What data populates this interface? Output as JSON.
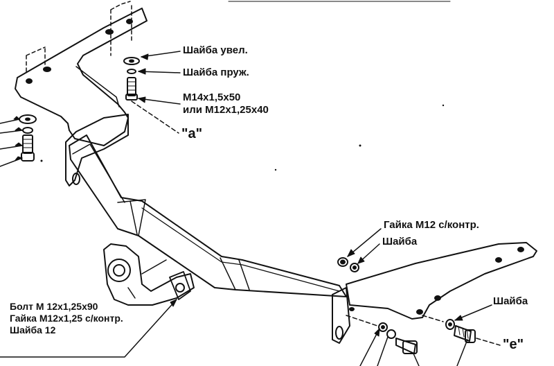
{
  "labels": {
    "washer_large": "Шайба увел.",
    "washer_spring": "Шайба пруж.",
    "bolt_main": "М14х1,5х50",
    "bolt_alt": "или М12х1,25х40",
    "marker_a": "\"а\"",
    "nut_m12": "Гайка М12 с/контр.",
    "washer_mid": "Шайба",
    "washer_right": "Шайба",
    "marker_e": "\"е\"",
    "kit_bolt": "Болт М 12х1,25х90",
    "kit_nut": "Гайка М12х1,25 с/контр.",
    "kit_washer": "Шайба 12"
  },
  "colors": {
    "ink": "#111111",
    "background": "#ffffff"
  }
}
